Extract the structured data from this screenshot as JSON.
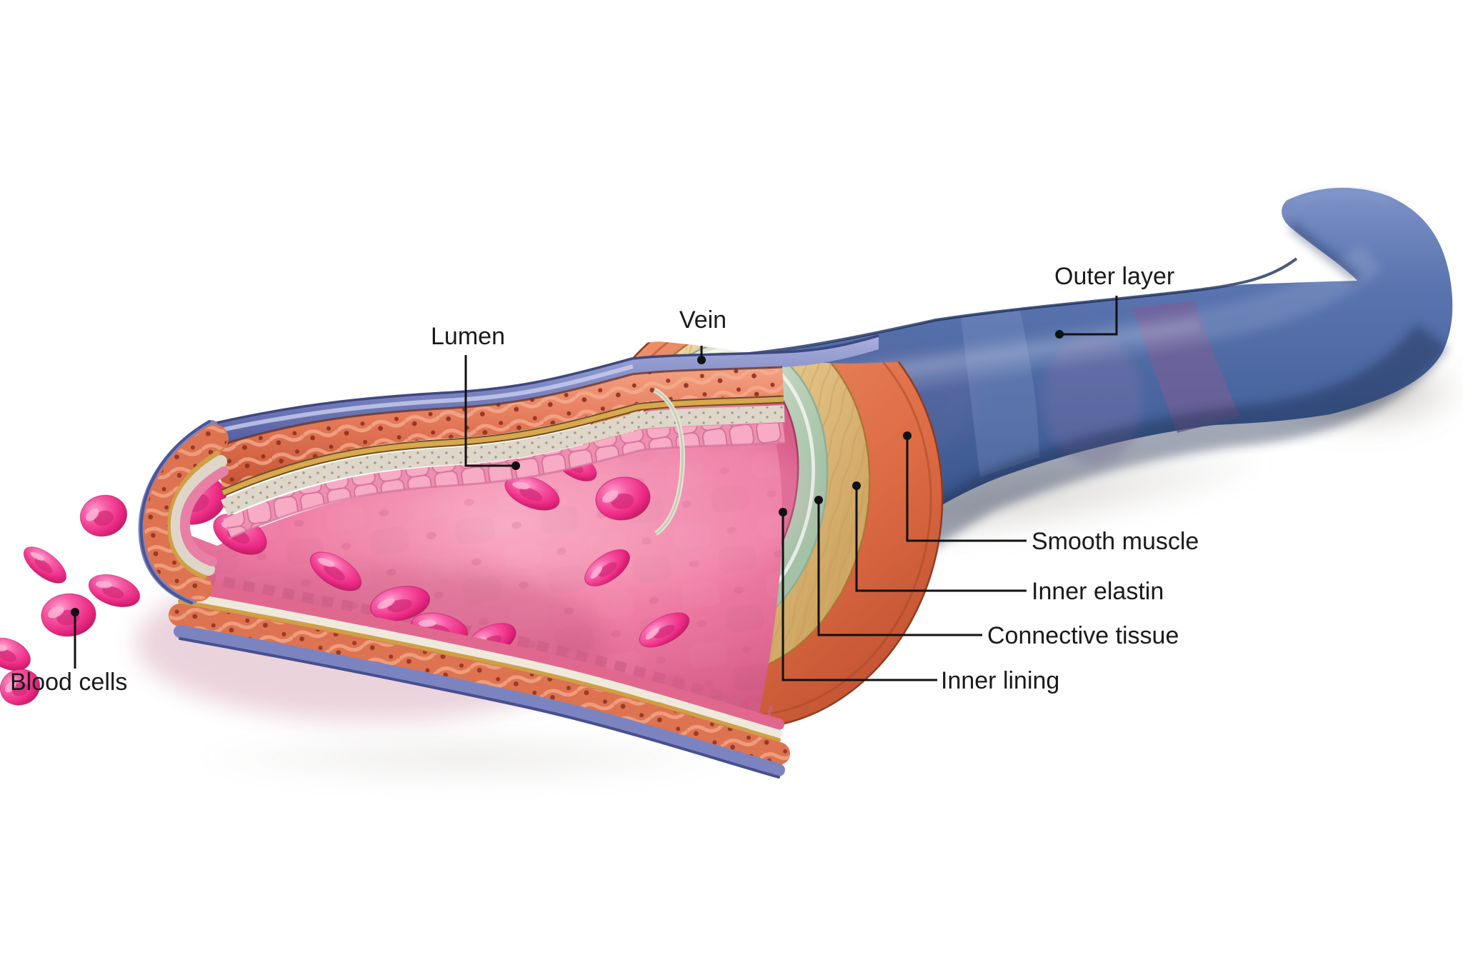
{
  "figure": {
    "background": "#ffffff",
    "labels": {
      "outer_layer": "Outer layer",
      "vein": "Vein",
      "lumen": "Lumen",
      "blood_cells": "Blood cells",
      "smooth_muscle": "Smooth muscle",
      "inner_elastin": "Inner elastin",
      "connective_tissue": "Connective tissue",
      "inner_lining": "Inner lining"
    },
    "layer_colors": {
      "outer_layer_blue": "#44619a",
      "vein_rim_periwinkle": "#7b84c0",
      "smooth_muscle_orange": "#dd7350",
      "elastin_gold_line": "#d9a84e",
      "connective_beige": "#ded7c9",
      "inner_elastin_tan": "#e6c68d",
      "connective_tissue_pale": "#cfdcc9",
      "inner_lining_pink": "#d95d89",
      "lumen_pink": "#ee7ba3",
      "blood_cell_magenta": "#ee2d86",
      "purple_band": "#7d5d94",
      "label_text": "#1a1a1a"
    }
  }
}
